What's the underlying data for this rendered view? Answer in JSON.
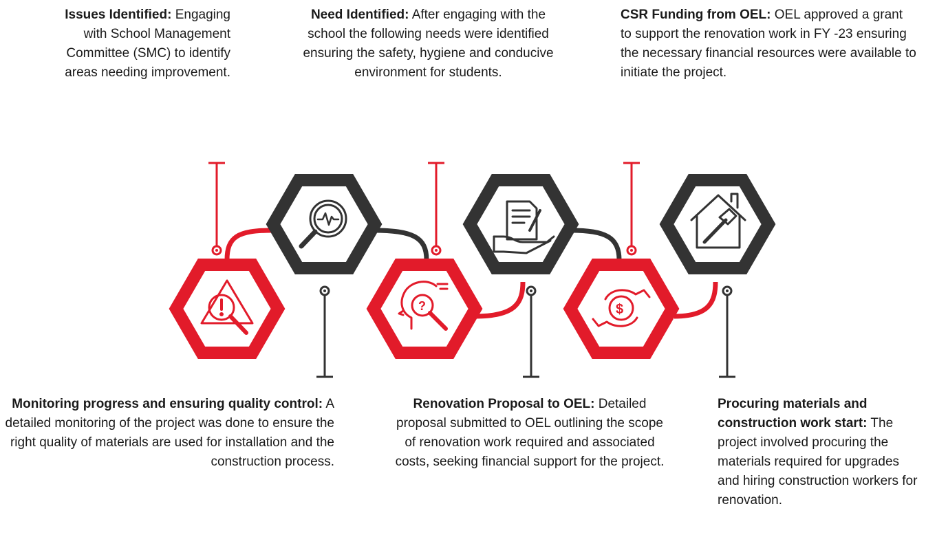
{
  "steps": {
    "issues": {
      "title": "Issues Identified:",
      "body": "Engaging with School Management Committee (SMC) to identify areas needing improvement."
    },
    "need": {
      "title": "Need Identified:",
      "body": "After engaging with the school the following needs were identified ensuring the safety, hygiene and conducive environment for students."
    },
    "csr": {
      "title": "CSR Funding from OEL:",
      "body": "OEL approved a grant to support the renovation work in FY -23 ensuring the necessary financial resources were available to initiate the project."
    },
    "monitor": {
      "title": "Monitoring progress and ensuring quality control:",
      "body": "A detailed monitoring of the project was done to ensure the right quality of materials are used for installation and the construction process."
    },
    "proposal": {
      "title": "Renovation Proposal to OEL:",
      "body": "Detailed proposal submitted to OEL outlining the scope of renovation work required and associated costs, seeking financial support for the project."
    },
    "procure": {
      "title": "Procuring materials and construction work start:",
      "body": "The project involved procuring the materials required for upgrades and hiring construction workers for renovation."
    }
  },
  "icons": [
    "warning-magnifier-icon",
    "magnifier-pulse-icon",
    "idea-head-icon",
    "document-hand-icon",
    "money-exchange-icon",
    "house-hammer-icon"
  ],
  "colors": {
    "red": "#e21b2a",
    "dark": "#333333"
  }
}
